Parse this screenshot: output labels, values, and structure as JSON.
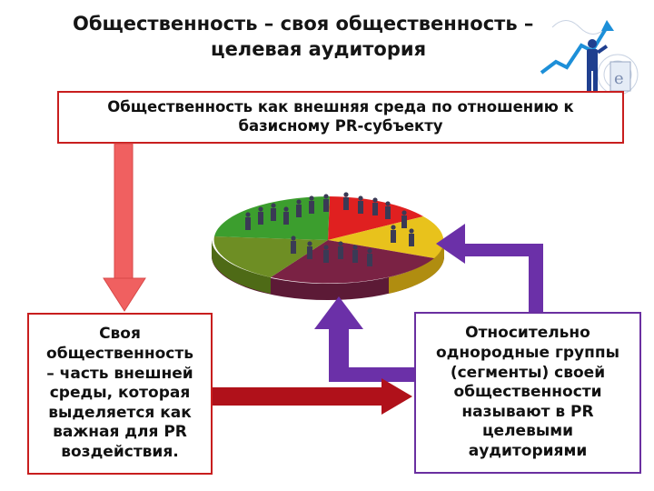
{
  "title": {
    "line1": "Общественность – своя общественность –",
    "line2": "целевая аудитория"
  },
  "top_box": {
    "text": "Общественность как внешняя среда по отношению к базисному PR-субъекту"
  },
  "left_box": {
    "text": "Своя\nобщественность\n– часть внешней\nсреды, которая\nвыделяется как\nважная для PR\nвоздействия."
  },
  "right_box": {
    "text": "Относительно\nоднородные группы\n(сегменты) своей\nобщественности\nназывают в PR\nцелевыми\nаудиториями"
  },
  "colors": {
    "border_red": "#c81e1e",
    "border_purple": "#6a2fa0",
    "arrow_red": "#f06060",
    "arrow_dark_red": "#b0111a",
    "arrow_purple": "#6b30a8",
    "pie_green": "#3c9e2e",
    "pie_red": "#e02020",
    "pie_yellow": "#e8c21c",
    "pie_maroon": "#7a2244",
    "pie_olive": "#6e8e24"
  },
  "icons": {
    "corner": "growth-chart-businessman-icon",
    "people": "people-silhouettes-icon"
  }
}
